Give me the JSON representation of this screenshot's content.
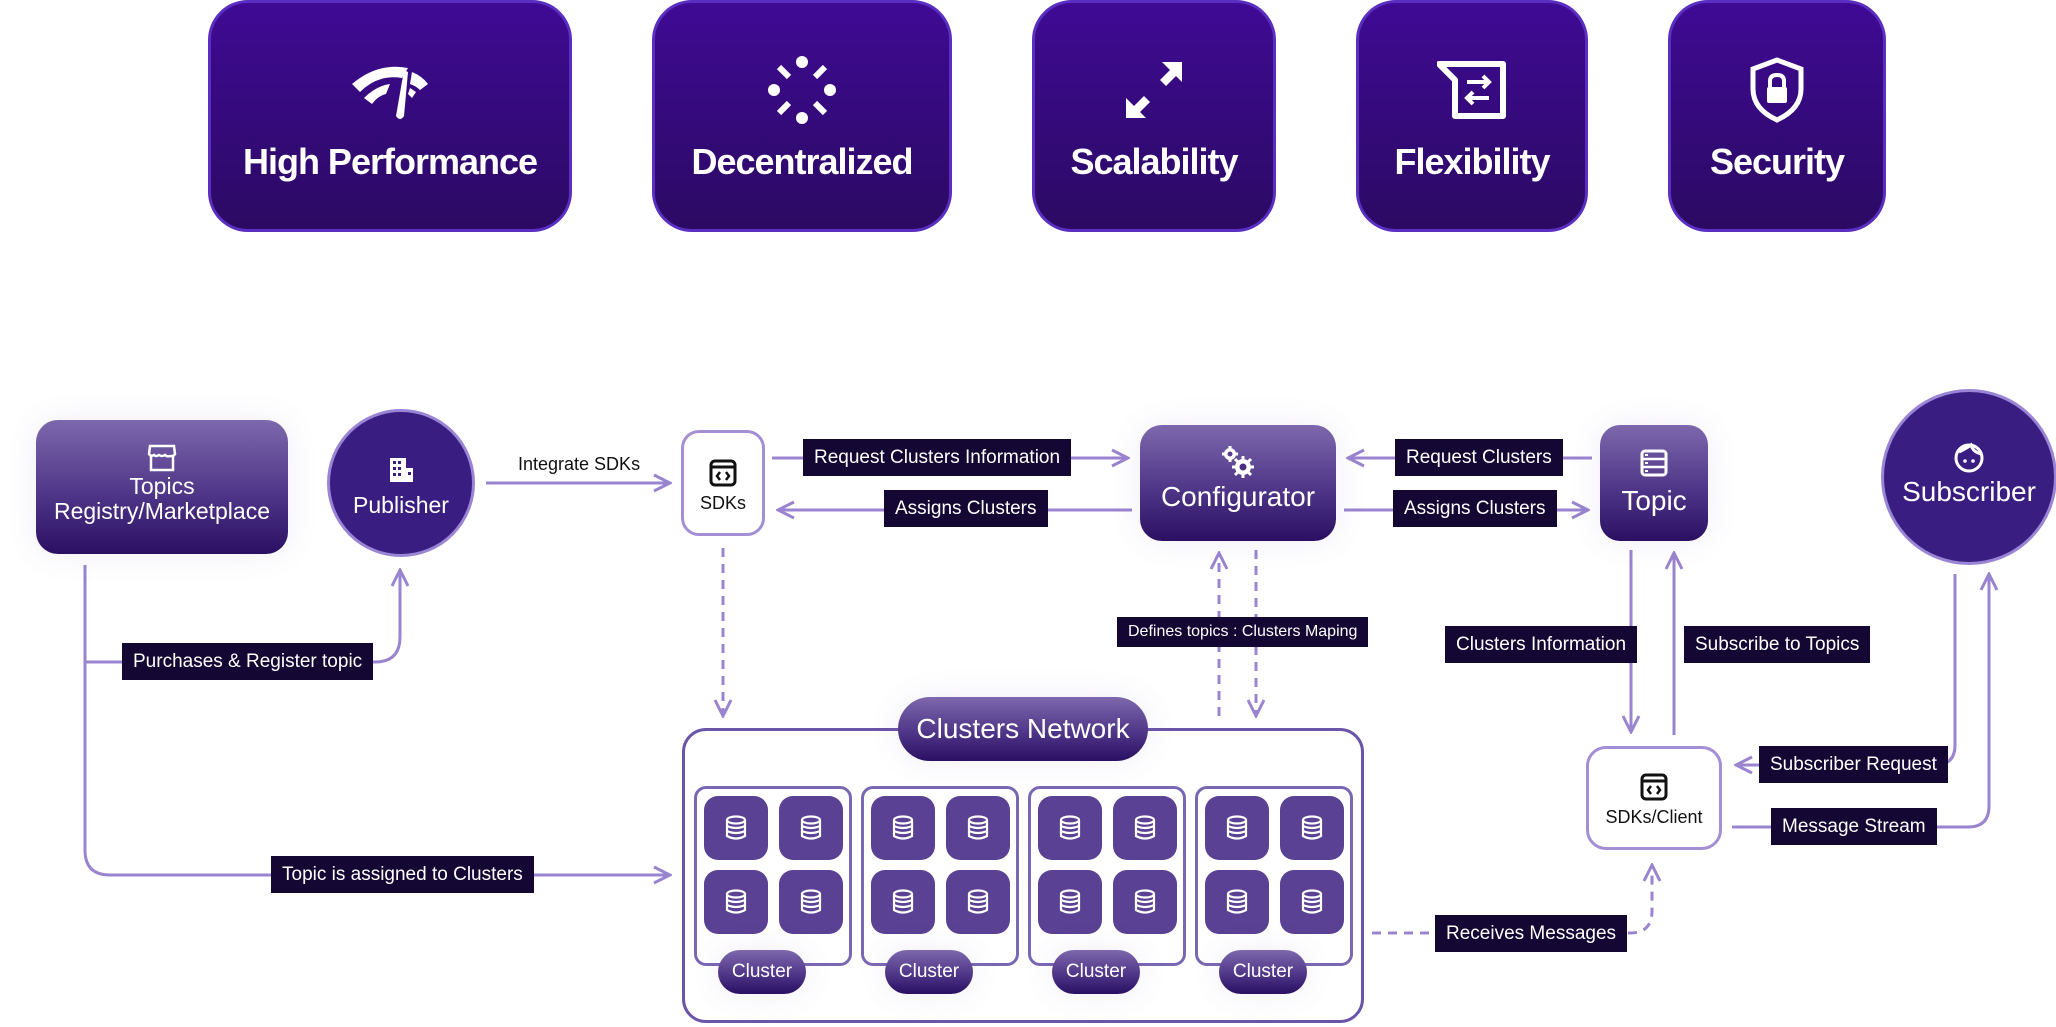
{
  "features": [
    {
      "label": "High Performance",
      "icon": "speedometer-icon"
    },
    {
      "label": "Decentralized",
      "icon": "decentralized-nodes-icon"
    },
    {
      "label": "Scalability",
      "icon": "expand-arrows-icon"
    },
    {
      "label": "Flexibility",
      "icon": "swap-arrows-icon"
    },
    {
      "label": "Security",
      "icon": "shield-lock-icon"
    }
  ],
  "nodes": {
    "registry": {
      "line1": "Topics",
      "line2": "Registry/Marketplace",
      "icon": "storefront-icon"
    },
    "publisher": {
      "label": "Publisher",
      "icon": "building-icon"
    },
    "sdks": {
      "label": "SDKs",
      "icon": "code-window-icon"
    },
    "configurator": {
      "label": "Configurator",
      "icon": "gears-icon"
    },
    "topic": {
      "label": "Topic",
      "icon": "server-list-icon"
    },
    "subscriber": {
      "label": "Subscriber",
      "icon": "face-icon"
    },
    "sdk_client": {
      "label": "SDKs/Client",
      "icon": "code-window-icon"
    },
    "clusters_network": {
      "label": "Clusters Network"
    }
  },
  "clusters": [
    {
      "label": "Cluster",
      "nodes": 4
    },
    {
      "label": "Cluster",
      "nodes": 4
    },
    {
      "label": "Cluster",
      "nodes": 4
    },
    {
      "label": "Cluster",
      "nodes": 4
    }
  ],
  "edges": {
    "integrate_sdks": "Integrate SDKs",
    "request_clusters_information": "Request Clusters Information",
    "assigns_clusters_to_sdks": "Assigns Clusters",
    "request_clusters": "Request Clusters",
    "assigns_clusters_to_topic": "Assigns Clusters",
    "purchases_register": "Purchases & Register topic",
    "defines_mapping": "Defines topics : Clusters Maping",
    "clusters_information": "Clusters Information",
    "subscribe_to_topics": "Subscribe to Topics",
    "subscriber_request": "Subscriber Request",
    "message_stream": "Message Stream",
    "topic_assigned": "Topic is assigned to Clusters",
    "receives_messages": "Receives Messages"
  },
  "colors": {
    "feature_bg": "#3f0a94",
    "line": "#9a84d0",
    "label_bg": "#140733",
    "node_dark": "#3a1d80"
  }
}
